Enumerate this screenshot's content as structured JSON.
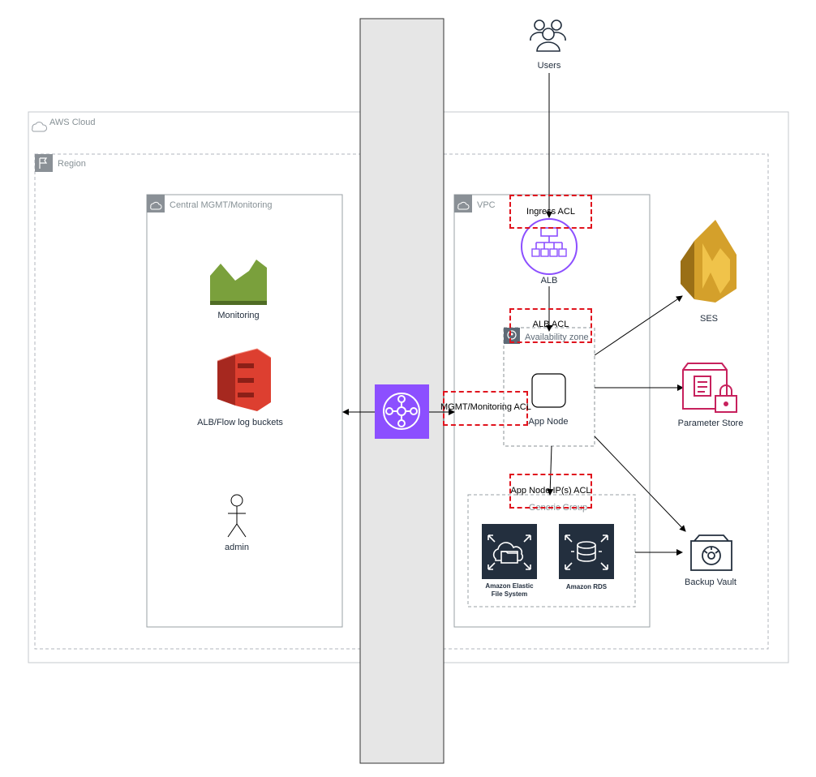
{
  "groups": {
    "aws_cloud": "AWS Cloud",
    "region": "Region",
    "central": "Central MGMT/Monitoring",
    "vpc": "VPC",
    "availability_zone": "Availability zone",
    "generic_group": "Generic Group"
  },
  "nodes": {
    "users": "Users",
    "alb": "ALB",
    "ses": "SES",
    "parameter_store": "Parameter Store",
    "backup_vault": "Backup Vault",
    "monitoring": "Monitoring",
    "log_buckets": "ALB/Flow log buckets",
    "admin": "admin",
    "app_node": "App Node",
    "efs": "Amazon Elastic File System",
    "rds": "Amazon RDS"
  },
  "acls": {
    "ingress": "Ingress ACL",
    "alb": "ALB ACL",
    "mgmt": "MGMT/Monitoring ACL",
    "app_node": "App Node IP(s) ACL"
  },
  "colors": {
    "purple": "#8c4fff",
    "ses_gold": "#d4a02b",
    "param_pink": "#c7215d",
    "s3_red": "#dd3f30",
    "monitor_green": "#7aa03c",
    "acl_red": "#e0141e",
    "dark_tile": "#232f3e"
  }
}
